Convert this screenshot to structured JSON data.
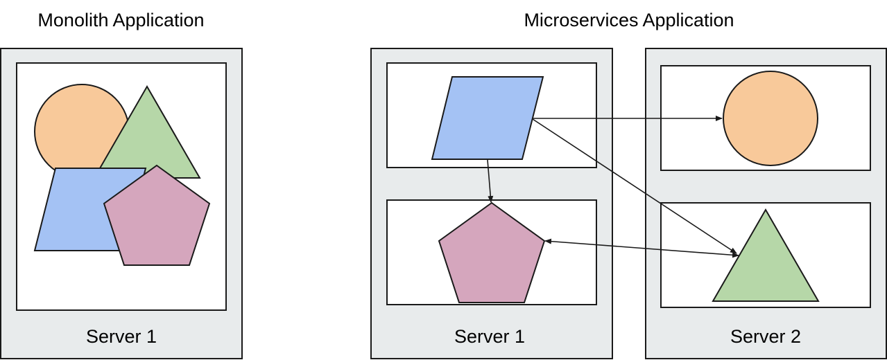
{
  "titles": {
    "monolith": "Monolith Application",
    "microservices": "Microservices Application"
  },
  "servers": {
    "monolith_server": "Server 1",
    "micro_server_1": "Server 1",
    "micro_server_2": "Server 2"
  },
  "colors": {
    "server_fill": "#e8ebec",
    "stroke": "#1a1a1a",
    "circle": "#f8c99a",
    "triangle": "#b6d7a8",
    "parallelogram": "#a4c2f4",
    "pentagon": "#d5a6bd"
  }
}
